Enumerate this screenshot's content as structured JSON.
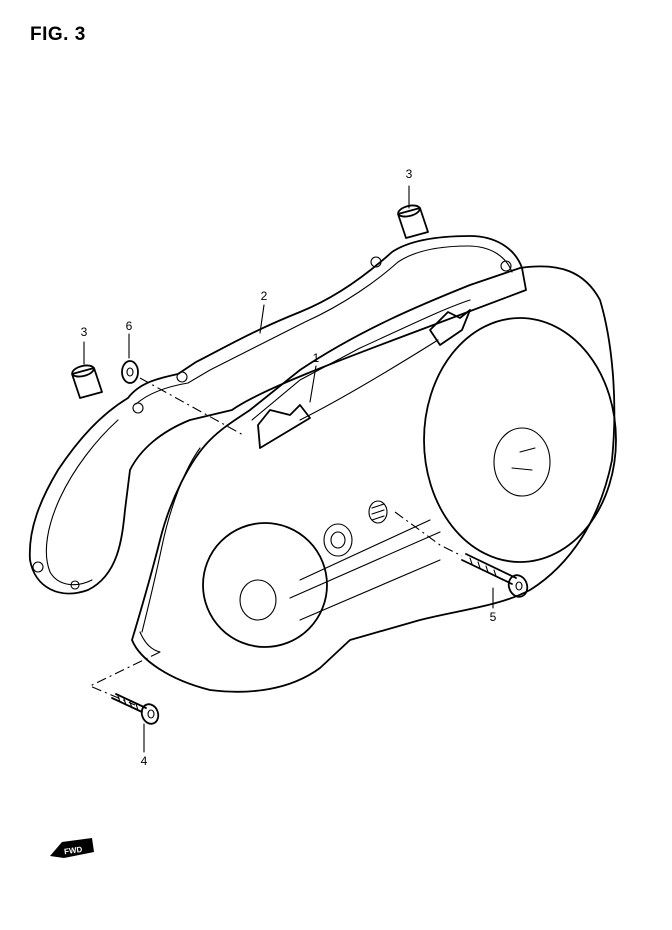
{
  "figure": {
    "title": "FIG. 3"
  },
  "callouts": {
    "c1": "1",
    "c2": "2",
    "c3a": "3",
    "c3b": "3",
    "c4": "4",
    "c5": "5",
    "c6": "6"
  },
  "direction_badge": {
    "label": "FWD"
  }
}
